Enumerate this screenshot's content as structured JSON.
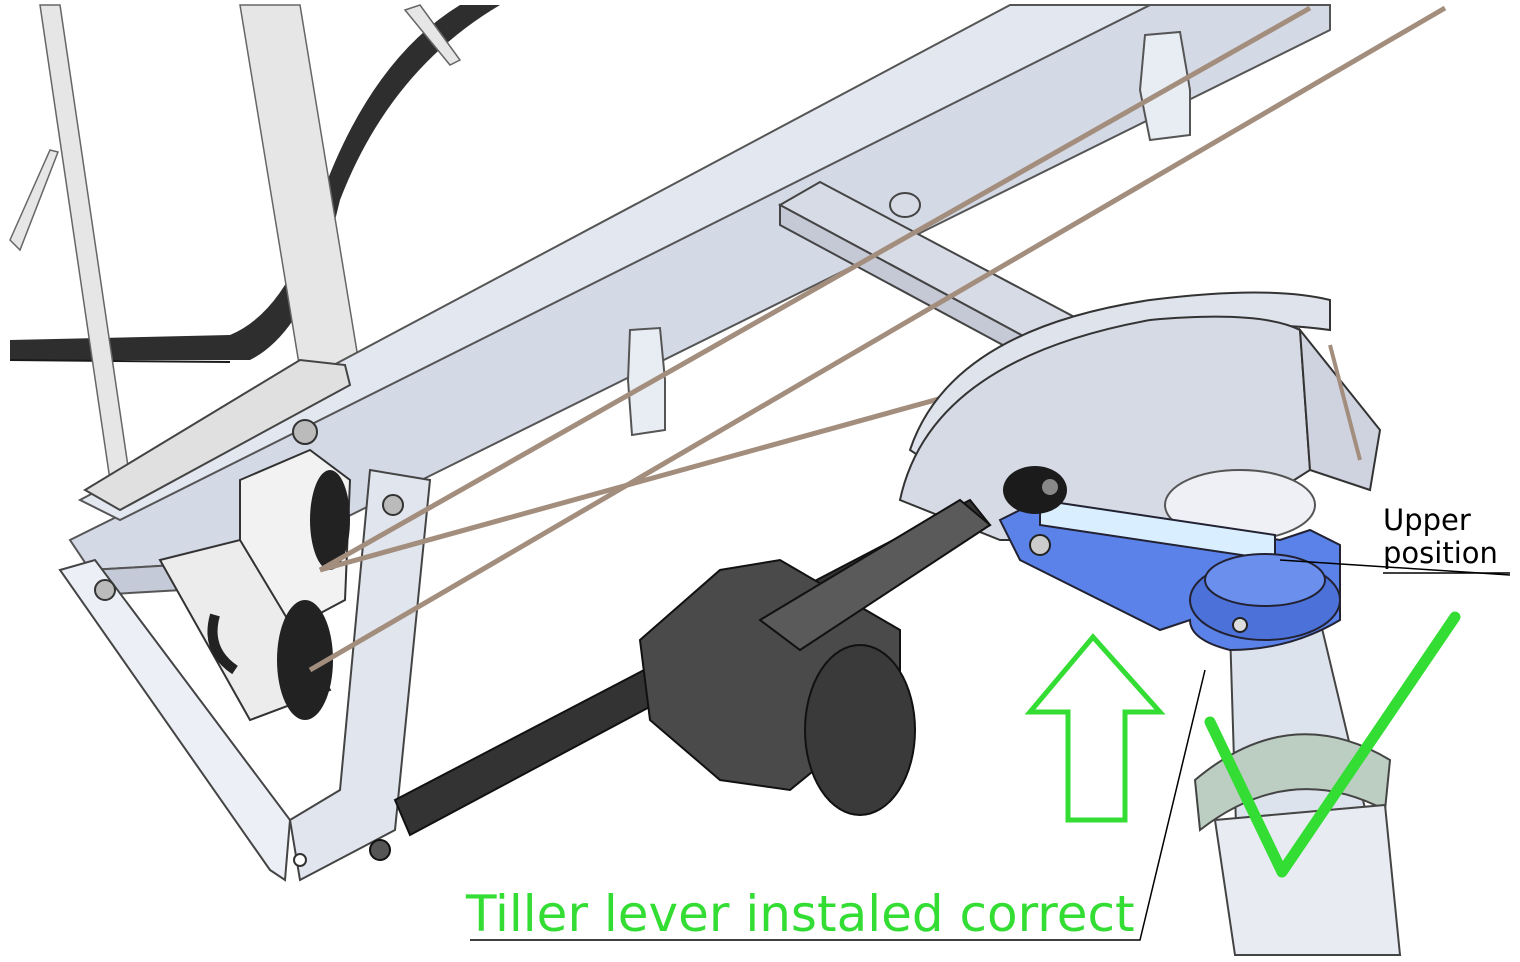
{
  "annotations": {
    "upper_position_line1": "Upper",
    "upper_position_line2": "position",
    "status_text": "Tiller lever instaled correct"
  },
  "colors": {
    "status_green": "#33dd33",
    "tiller_lever_blue": "#5b82e8",
    "frame_grey": "#d4d9e6",
    "tire_dark": "#2a2a2a",
    "motor_dark": "#4a4a4a"
  },
  "icons": {
    "up_arrow": "up-arrow-outline-icon",
    "check": "checkmark-icon"
  }
}
